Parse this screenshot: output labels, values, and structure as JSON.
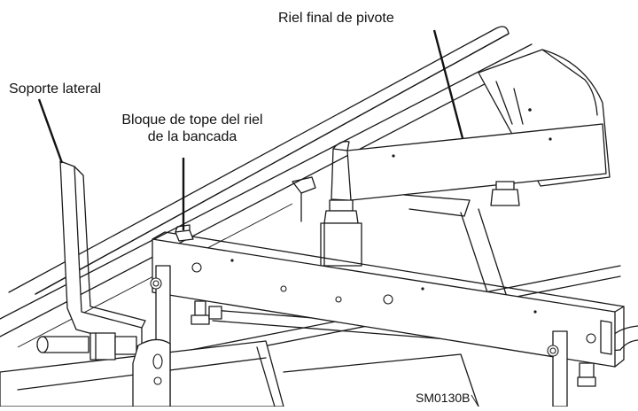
{
  "labels": {
    "side_support": "Soporte lateral",
    "stop_block_line1": "Bloque de tope del riel",
    "stop_block_line2": "de la bancada",
    "pivot_end_rail": "Riel final de pivote"
  },
  "figure_code": "SM0130B"
}
